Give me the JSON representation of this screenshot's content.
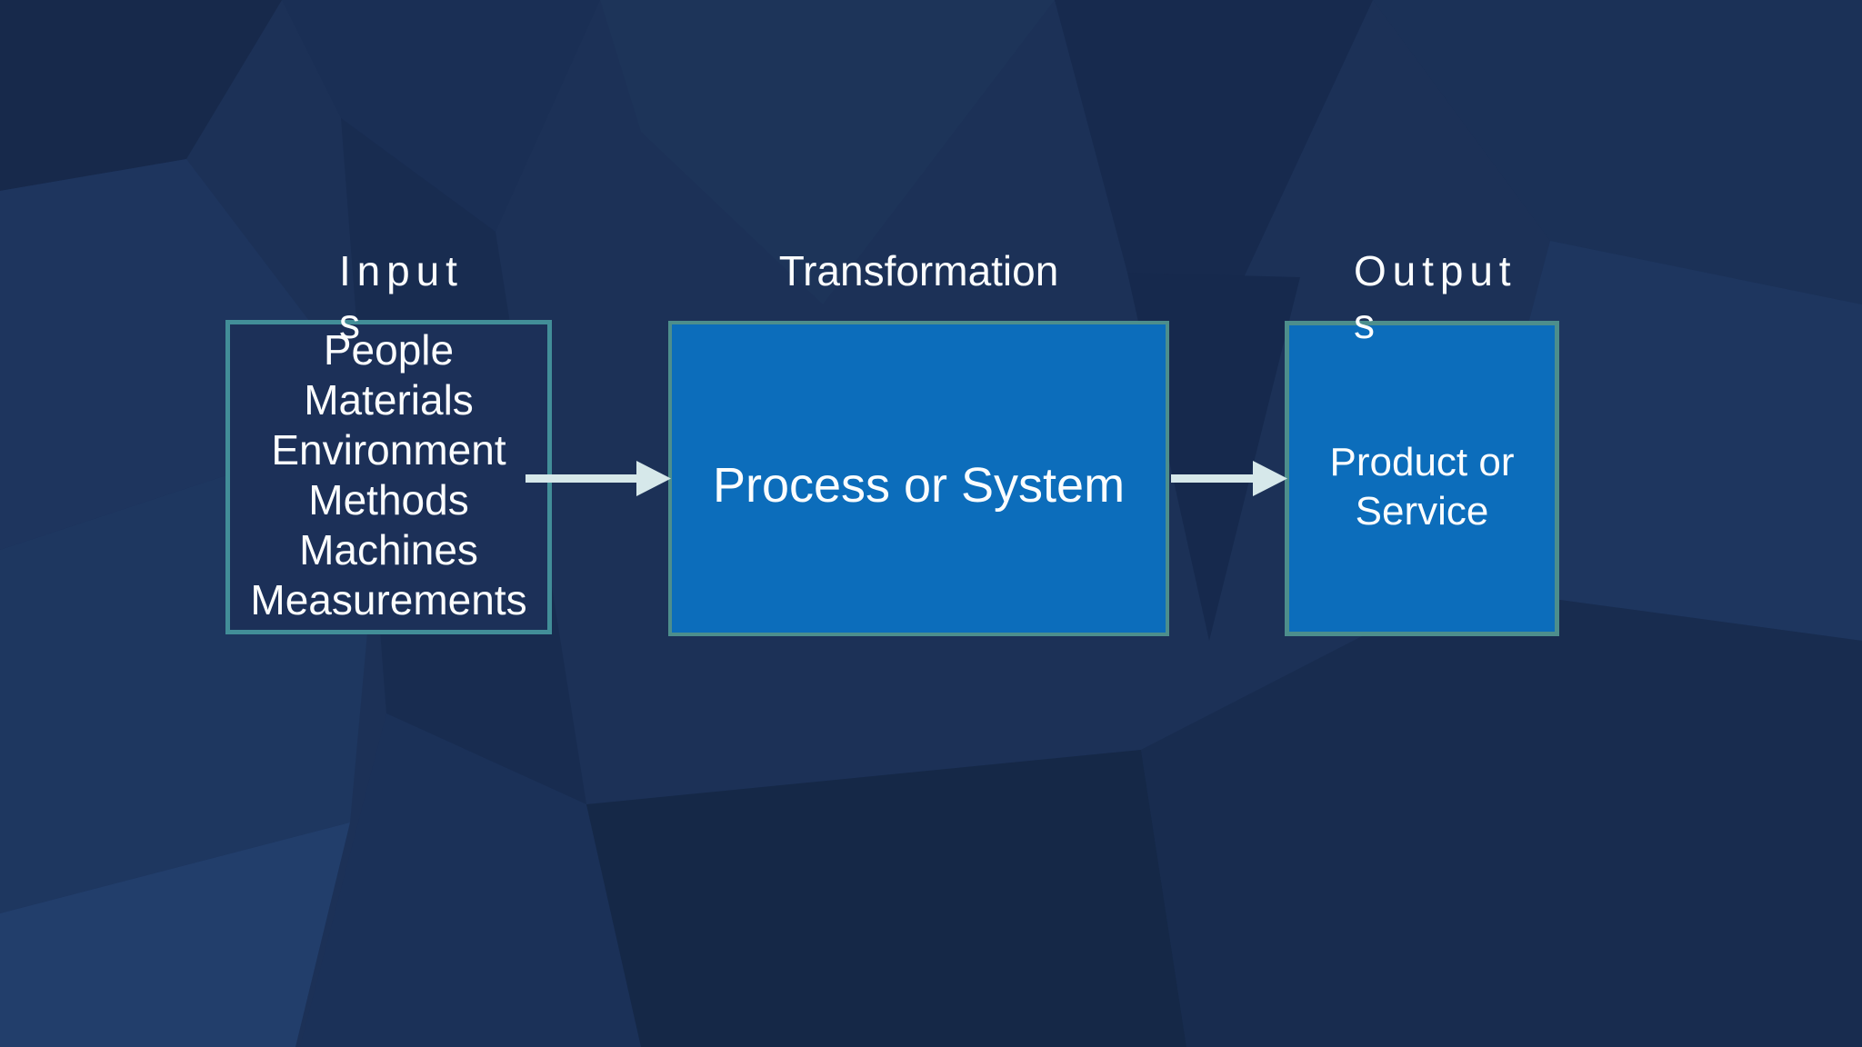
{
  "slide": {
    "sections": {
      "inputs": {
        "title": "Inputs",
        "items": [
          "People",
          "Materials",
          "Environment",
          "Methods",
          "Machines",
          "Measurements"
        ]
      },
      "transformation": {
        "title": "Transformation",
        "box_label": "Process or System"
      },
      "outputs": {
        "title": "Outputs",
        "box_label": "Product or Service"
      }
    }
  },
  "icons": {
    "flow_arrow_left": "arrow-right",
    "flow_arrow_right": "arrow-right"
  },
  "colors": {
    "background": "#1C3157",
    "box_fill": "#0C6DBB",
    "inputs_box_fill": "#1C3058",
    "inputs_box_border": "#428E98",
    "filled_box_border": "#4D8E8C",
    "arrow": "#D6E8EA",
    "text": "#FBFDFE"
  }
}
